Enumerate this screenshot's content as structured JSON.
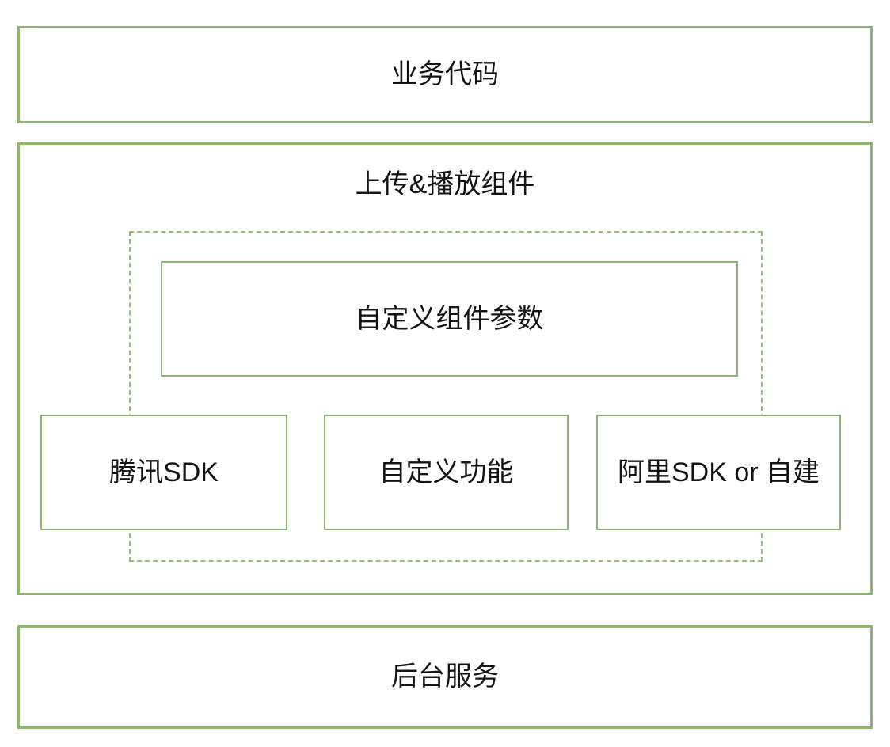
{
  "diagram": {
    "top_box": {
      "label": "业务代码"
    },
    "component_box": {
      "title": "上传&播放组件",
      "params_box": {
        "label": "自定义组件参数"
      },
      "providers": [
        {
          "label": "腾讯SDK"
        },
        {
          "label": "自定义功能"
        },
        {
          "label": "阿里SDK or 自建"
        }
      ]
    },
    "bottom_box": {
      "label": "后台服务"
    },
    "colors": {
      "border_green": "#8cb56e",
      "dashed_green": "#97be76",
      "text": "#141414",
      "background": "#ffffff"
    }
  }
}
